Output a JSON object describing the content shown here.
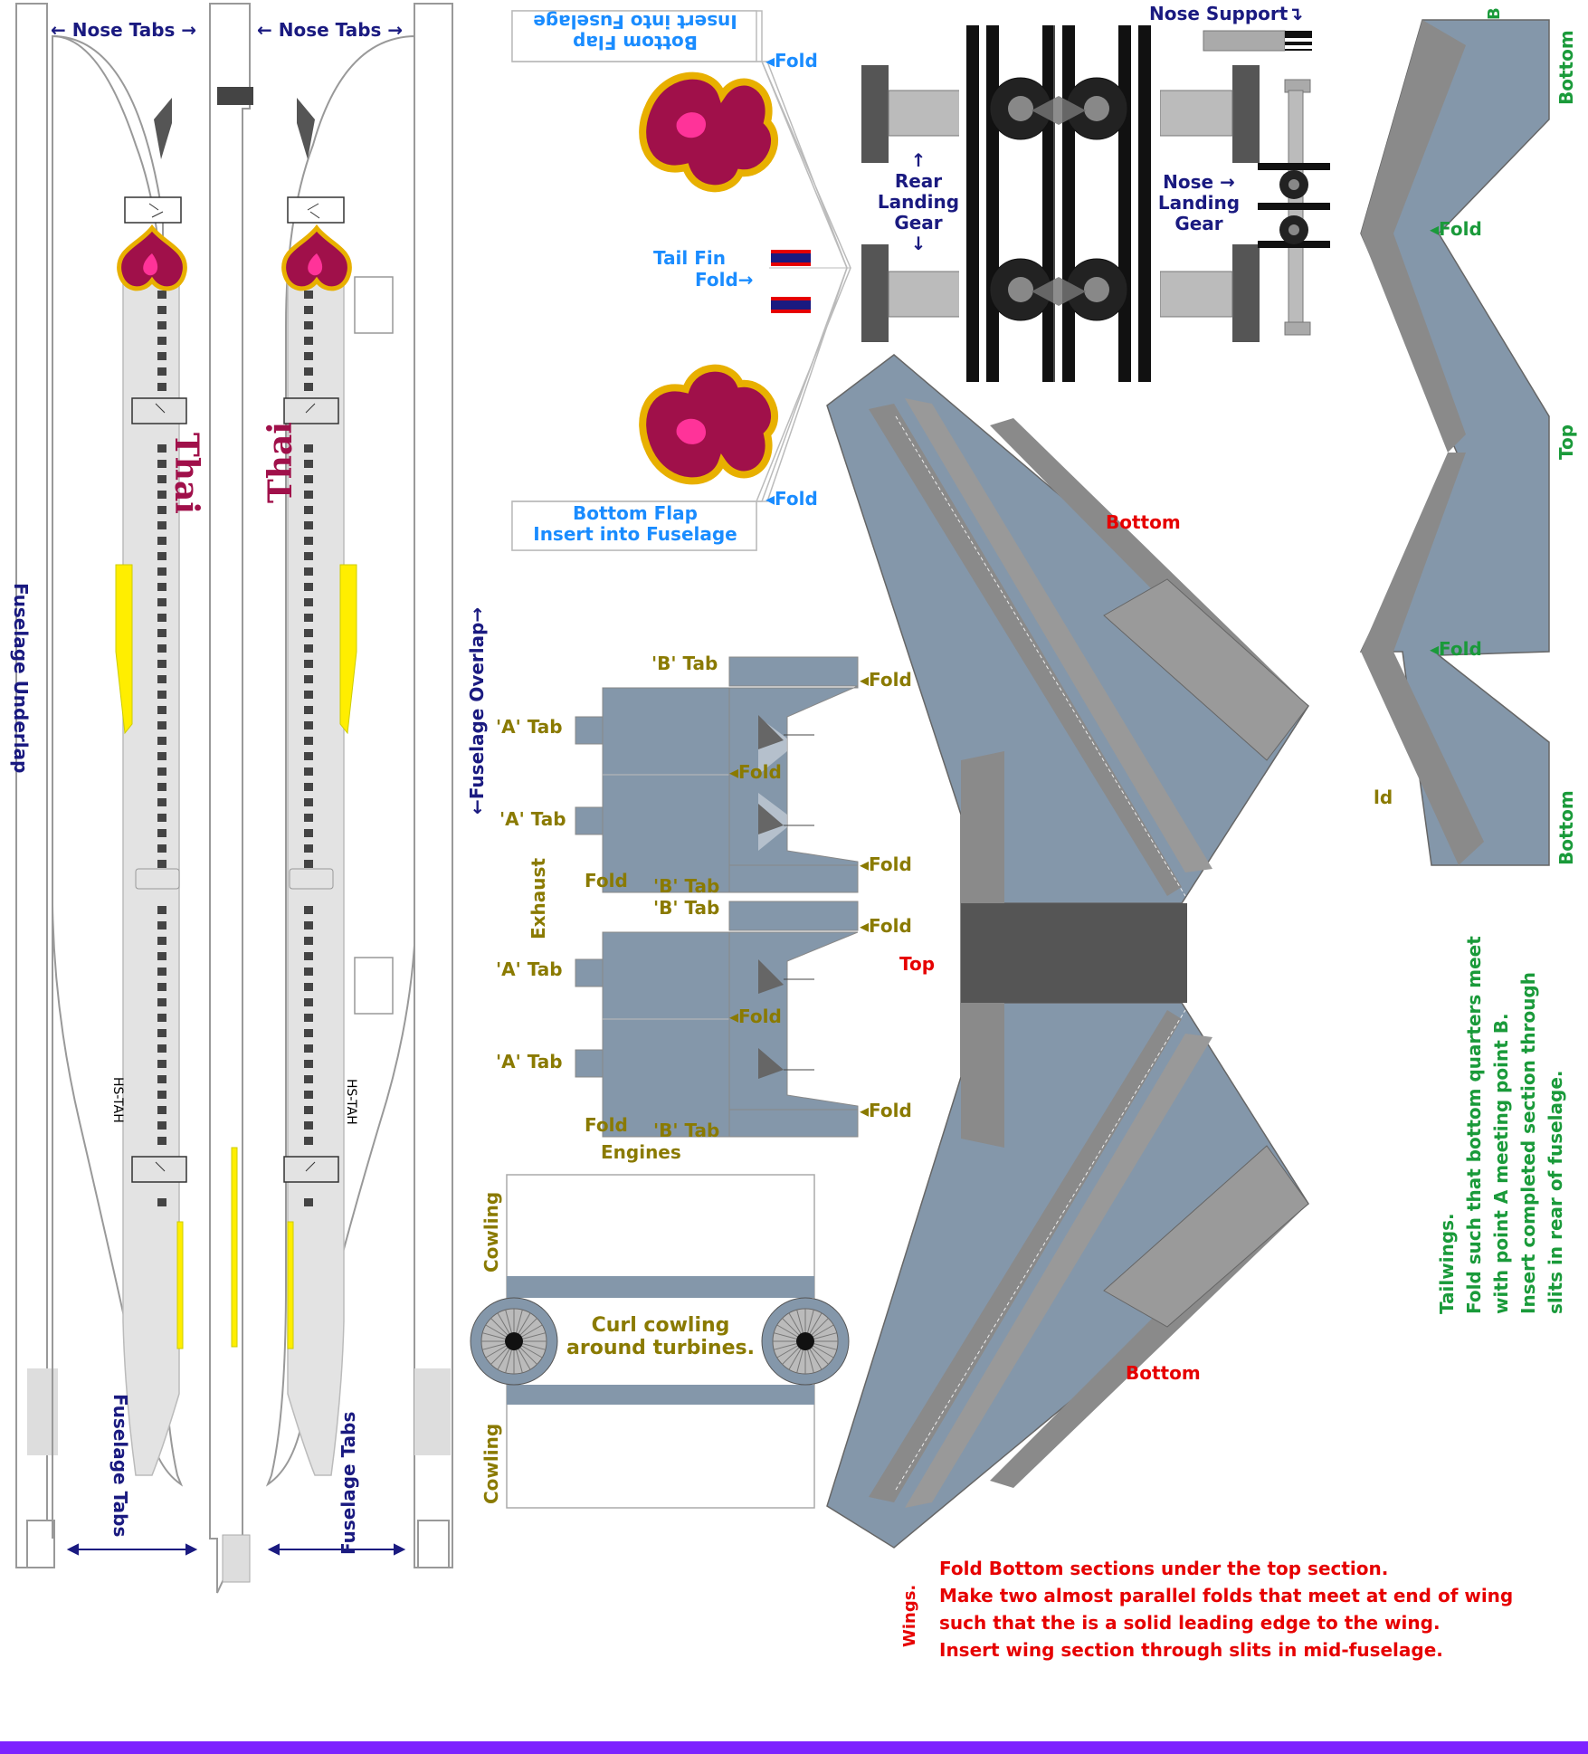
{
  "colors": {
    "navy": "#1a1a80",
    "fold_blue": "#1a8cff",
    "olive": "#8a7a00",
    "green": "#1a9a3a",
    "red": "#e60000",
    "thai_magenta": "#a0104a",
    "thai_gold": "#e8b000",
    "wing_blue": "#8497aa",
    "wing_grey": "#8a8a8a",
    "footer_purple": "#7d22ff"
  },
  "fuselage": {
    "nose_tabs_left": "← Nose Tabs →",
    "nose_tabs_right": "← Nose Tabs →",
    "underlap": "Fuselage Underlap",
    "overlap": "←Fuselage Overlap→",
    "tabs_left": "Fuselage Tabs",
    "tabs_right": "Fuselage Tabs",
    "brand_left": "Thai",
    "brand_right": "Thai",
    "registration_left": "HS-TAH",
    "registration_right": "HS-TAH"
  },
  "tail_fin": {
    "top_flap": "Bottom Flap\nInsert into Fuselage",
    "bottom_flap_line1": "Bottom Flap",
    "bottom_flap_line2": "Insert into Fuselage",
    "fold_top": "◂Fold",
    "fold_bottom": "◂Fold",
    "tail_fin_line1": "Tail Fin",
    "tail_fin_line2": "Fold→"
  },
  "landing_gear": {
    "nose_support": "Nose Support↴",
    "rear_arrow_up": "↑",
    "rear_line1": "Rear",
    "rear_line2": "Landing",
    "rear_line3": "Gear",
    "rear_arrow_down": "↓",
    "nose_line1": "Nose →",
    "nose_line2": "Landing",
    "nose_line3": "Gear"
  },
  "engines": {
    "b_tab": "'B' Tab",
    "a_tab": "'A' Tab",
    "fold": "◂Fold",
    "fold_up": "Fold",
    "exhaust": "Exhaust",
    "engines": "Engines",
    "cowling": "Cowling",
    "curl_line1": "Curl cowling",
    "curl_line2": "around turbines."
  },
  "wings": {
    "bottom": "Bottom",
    "top": "Top",
    "label": "Wings.",
    "instructions": [
      "Fold Bottom sections under the top section.",
      "Make two almost parallel folds that meet at end of wing",
      "such that the is a solid leading edge to the wing.",
      "Insert wing section through slits in mid-fuselage."
    ]
  },
  "tailwings": {
    "bottom": "Bottom",
    "top": "Top",
    "fold": "◂Fold",
    "point_b": "B",
    "point_a_fragment": "ld",
    "instructions": [
      "Tailwings.",
      "Fold such that bottom quarters meet",
      "with point A meeting point B.",
      "Insert completed section through",
      "slits in rear of fuselage."
    ]
  }
}
